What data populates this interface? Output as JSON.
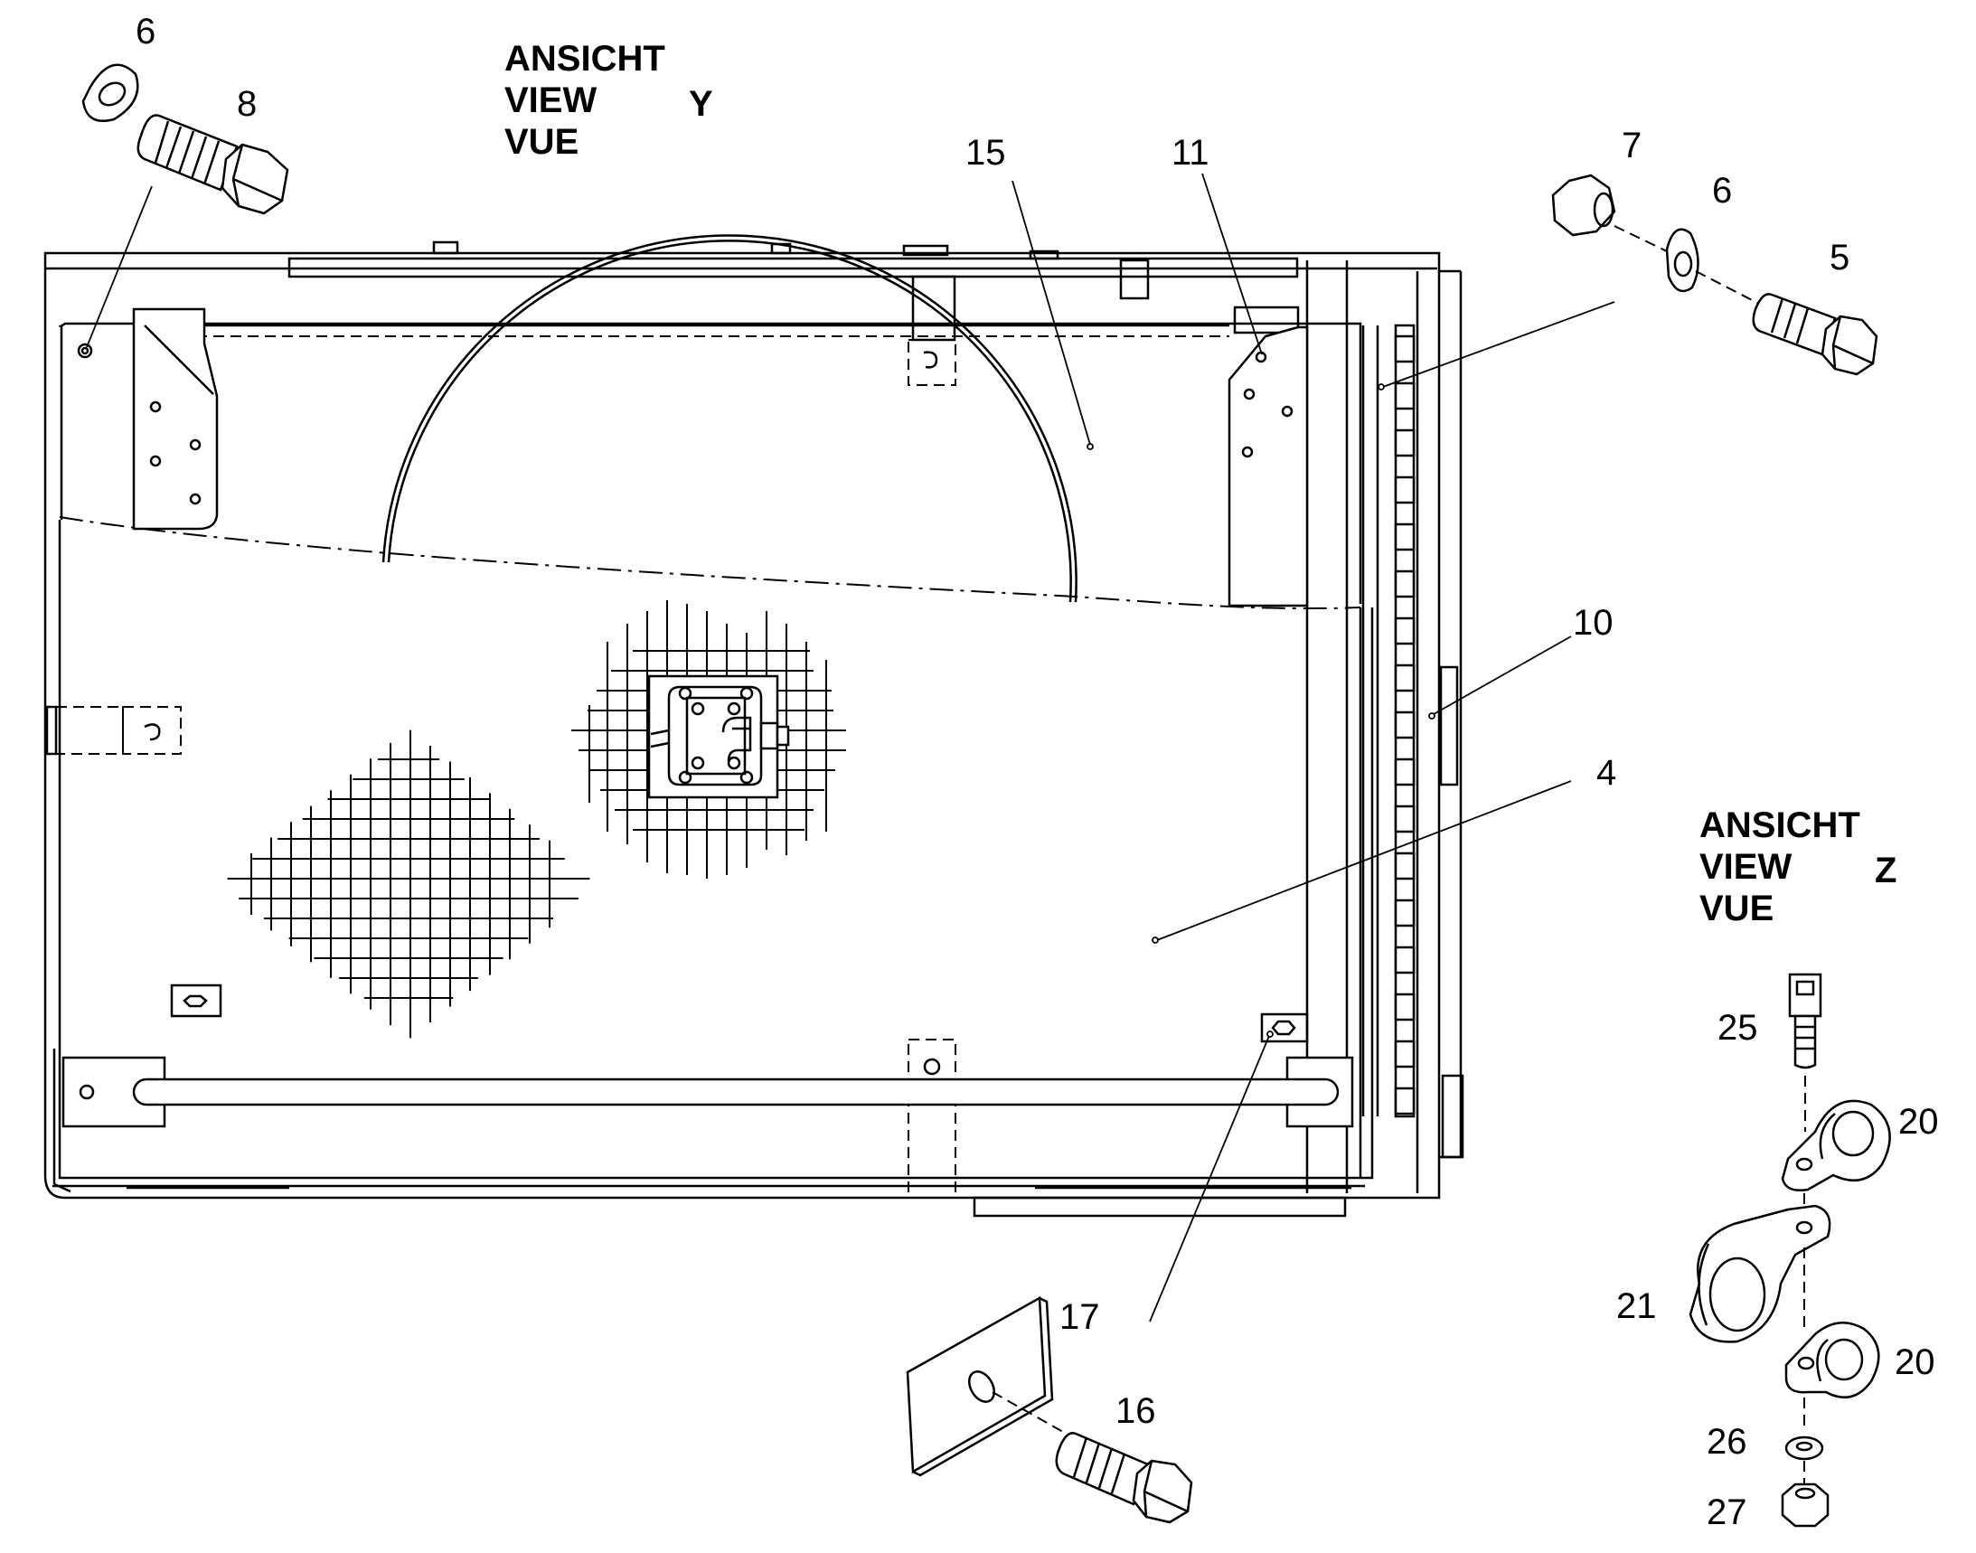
{
  "views": {
    "y": {
      "lines": [
        "ANSICHT",
        "VIEW",
        "VUE"
      ],
      "letter": "Y"
    },
    "z": {
      "lines": [
        "ANSICHT",
        "VIEW",
        "VUE"
      ],
      "letter": "Z"
    }
  },
  "callouts": [
    "4",
    "5",
    "6",
    "6",
    "7",
    "8",
    "10",
    "11",
    "15",
    "16",
    "17",
    "20",
    "20",
    "21",
    "25",
    "26",
    "27"
  ]
}
